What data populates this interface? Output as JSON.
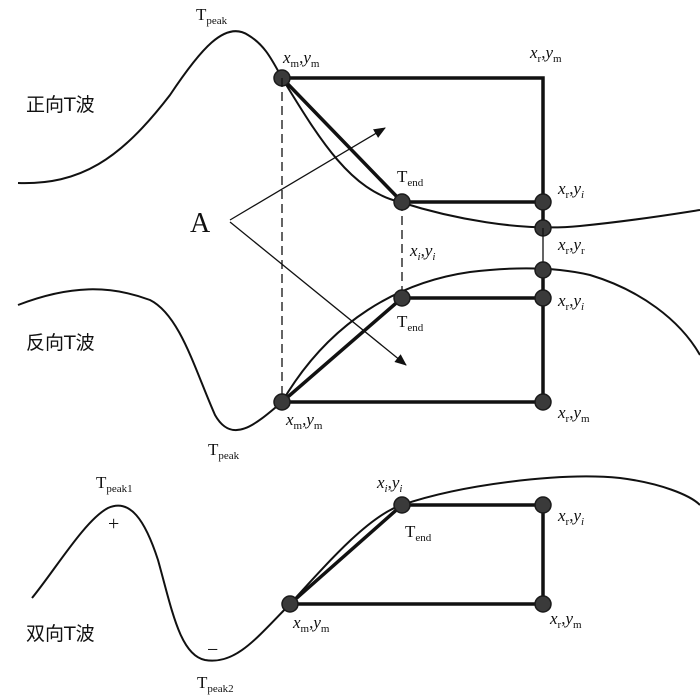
{
  "panels": {
    "forward": {
      "title": "正向T波"
    },
    "reverse": {
      "title": "反向T波"
    },
    "biphasic": {
      "title": "双向T波"
    }
  },
  "labels": {
    "T": "T",
    "peak": "peak",
    "peak1": "peak1",
    "peak2": "peak2",
    "end": "end",
    "x": "x",
    "y": "y",
    "m": "m",
    "r": "r",
    "i": "i",
    "comma": ",",
    "A": "A",
    "plus": "+",
    "minus": "−"
  }
}
